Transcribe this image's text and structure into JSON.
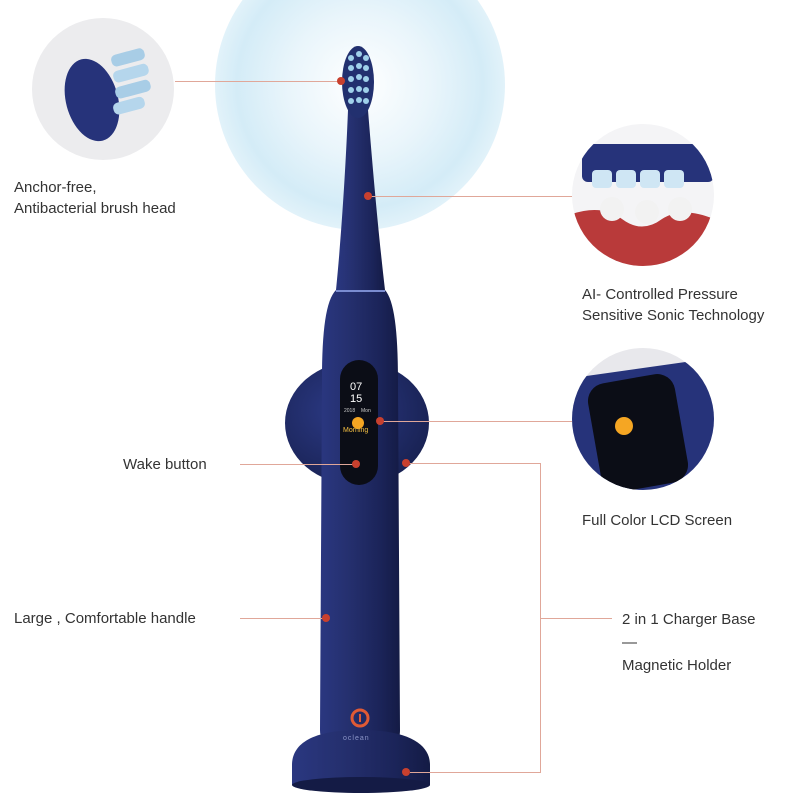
{
  "features": {
    "brush_head": {
      "line1": "Anchor-free,",
      "line2": "Antibacterial brush head"
    },
    "pressure": {
      "line1": "AI- Controlled Pressure",
      "line2": "Sensitive Sonic Technology"
    },
    "lcd": {
      "label": "Full Color LCD Screen"
    },
    "wake": {
      "label": "Wake button"
    },
    "handle": {
      "label": "Large , Comfortable handle"
    },
    "charger": {
      "line1": "2 in 1 Charger Base",
      "separator": "—",
      "line2": "Magnetic Holder"
    }
  },
  "screen": {
    "hour": "07",
    "minute": "15",
    "date": "2018",
    "day": "Mon",
    "mode": "Morning"
  },
  "brand": {
    "logo_text": "oclean"
  },
  "colors": {
    "body": "#1f2a66",
    "accent_line": "#e0a799",
    "marker": "#c8402e",
    "glow": "#cfe8f5"
  }
}
